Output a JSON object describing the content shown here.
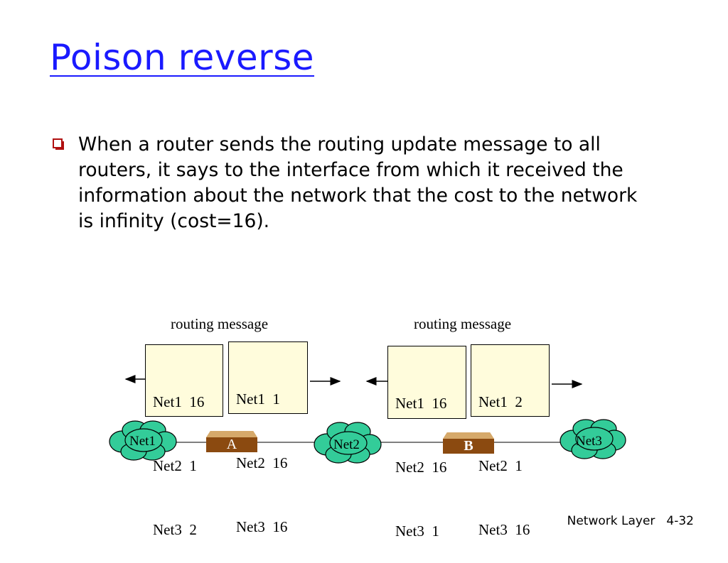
{
  "slide": {
    "title": "Poison reverse",
    "bullet": "When a router sends the routing update message to all routers, it says to the interface from which it received the information about the network that the cost to the network is infinity (cost=16)."
  },
  "diagram": {
    "routing_labels": [
      "routing message",
      "routing message"
    ],
    "tables": [
      [
        "Net1  16",
        "Net2  1",
        "Net3  2"
      ],
      [
        "Net1  1",
        "Net2  16",
        "Net3  16"
      ],
      [
        "Net1  16",
        "Net2  16",
        "Net3  1"
      ],
      [
        "Net1  2",
        "Net2  1",
        "Net3  16"
      ]
    ],
    "routers": [
      "A",
      "B"
    ],
    "networks": [
      "Net1",
      "Net2",
      "Net3"
    ],
    "colors": {
      "title": "#1a1aff",
      "table_fill": "#fffcdc",
      "router_front": "#8b4a10",
      "router_top": "#d6a96a",
      "cloud": "#33cc99",
      "bullet": "#b01010"
    }
  },
  "footer": {
    "chapter": "Network Layer",
    "page": "4-32"
  }
}
